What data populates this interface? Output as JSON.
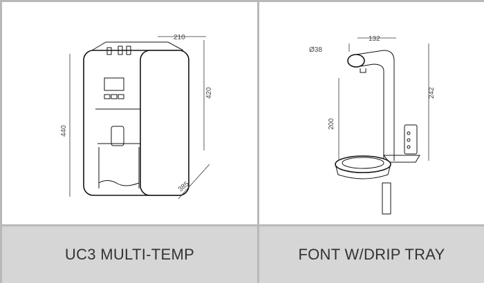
{
  "products": [
    {
      "name": "UC3 MULTI-TEMP",
      "dims": {
        "width": "210",
        "height_total": "440",
        "height_body": "420",
        "depth": "385"
      }
    },
    {
      "name": "FONT W/DRIP TRAY",
      "dims": {
        "diameter": "Ø38",
        "reach": "132",
        "height_total": "242",
        "height_spout": "200"
      }
    }
  ]
}
